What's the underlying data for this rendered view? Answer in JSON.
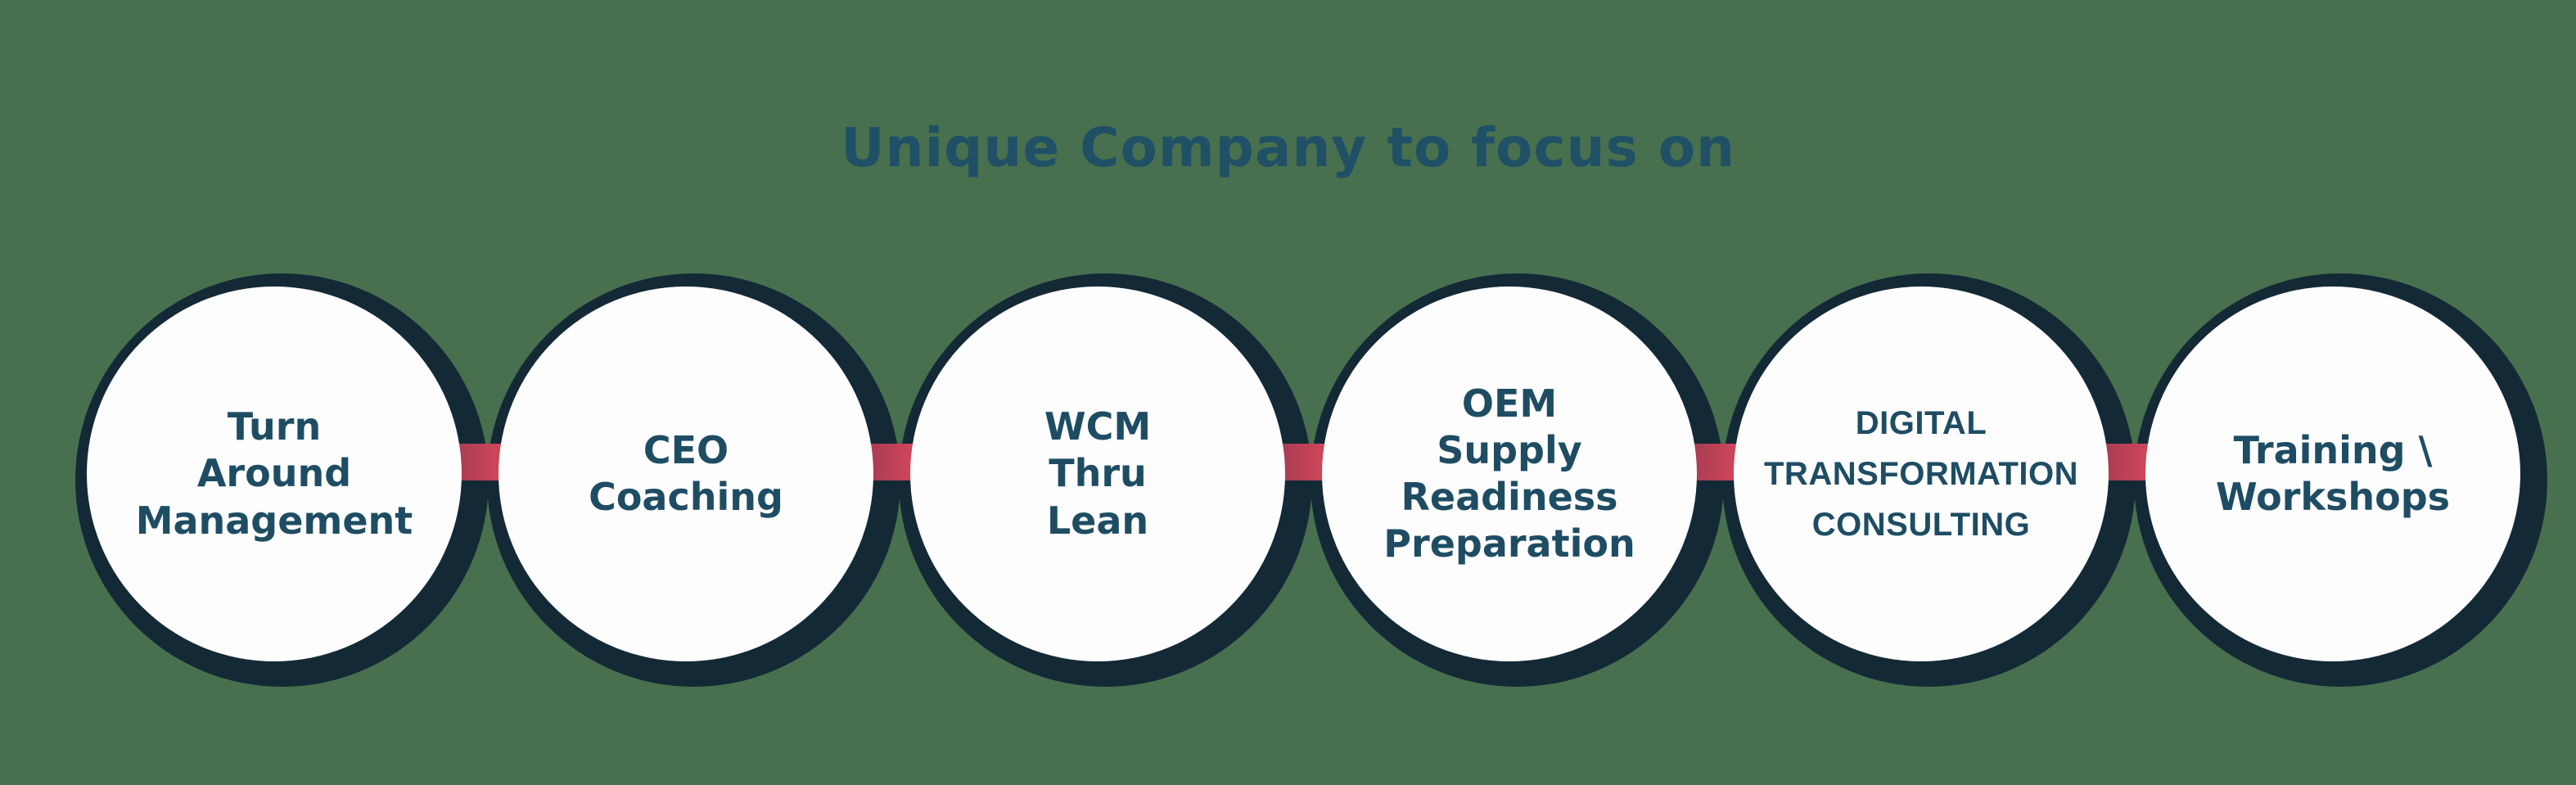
{
  "title": {
    "text": "Unique Company to focus on"
  },
  "colors": {
    "background": "#48704F",
    "circle_ring": "#142936",
    "circle_fill": "#FDFDFE",
    "circle_text": "#1E4D63",
    "title_text": "#1F5066",
    "connector_gradient_start": "#9E3A52",
    "connector_gradient_end": "#D95062"
  },
  "circles": [
    {
      "id": "turn-around-management",
      "style": "default",
      "lines": [
        "Turn",
        "Around",
        "Management"
      ]
    },
    {
      "id": "ceo-coaching",
      "style": "default",
      "lines": [
        "CEO",
        "Coaching"
      ]
    },
    {
      "id": "wcm-thru-lean",
      "style": "default",
      "lines": [
        "WCM",
        "Thru",
        "Lean"
      ]
    },
    {
      "id": "oem-supply-readiness-preparation",
      "style": "default",
      "lines": [
        "OEM",
        "Supply",
        "Readiness",
        "Preparation"
      ]
    },
    {
      "id": "digital-transformation-consulting",
      "style": "caps",
      "lines": [
        "DIGITAL",
        "TRANSFORMATION",
        "CONSULTING"
      ]
    },
    {
      "id": "training-workshops",
      "style": "default",
      "lines": [
        "Training \\",
        "Workshops"
      ]
    }
  ],
  "layout_counts": {
    "circle_count": 6,
    "connector_count": 5
  }
}
